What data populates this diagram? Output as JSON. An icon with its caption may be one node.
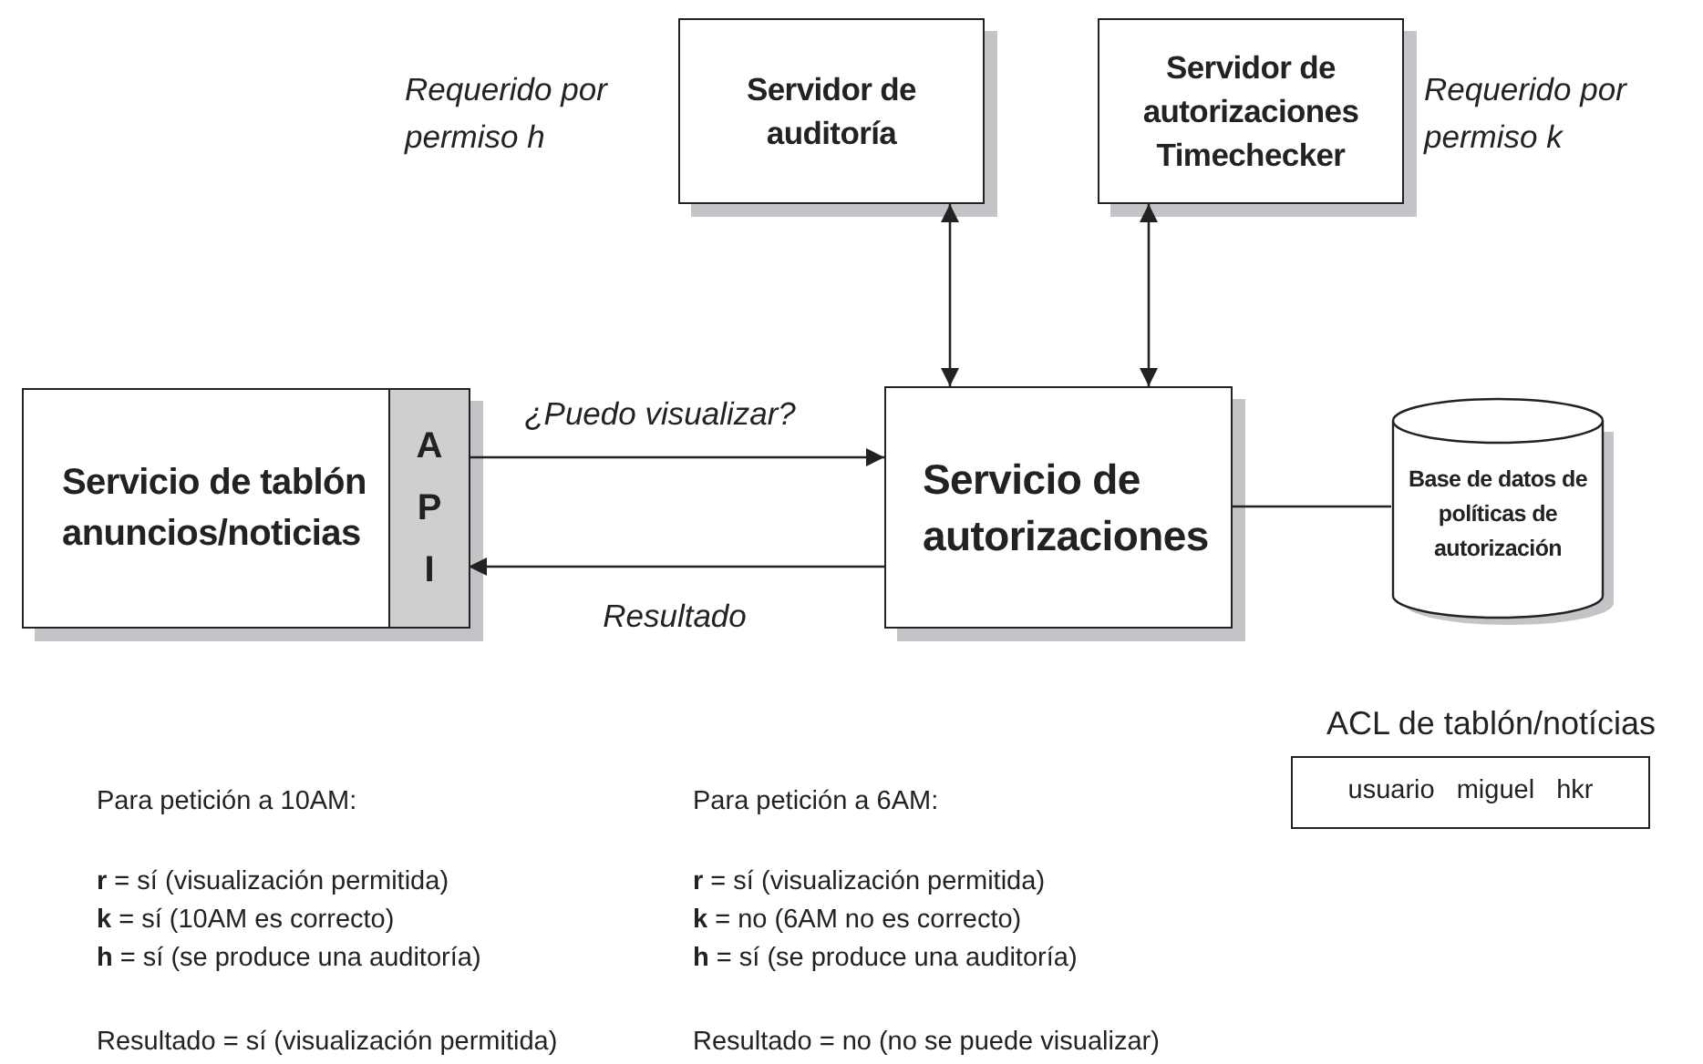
{
  "diagram": {
    "nodes": [
      {
        "text": [
          "Servidor de auditoría"
        ],
        "beside": [
          "Requerido por permiso h"
        ]
      },
      {
        "text": [
          "Servidor de autorizaciones Timechecker"
        ],
        "beside": [
          "Requerido por permiso k"
        ]
      },
      {
        "text": [
          "Servicio de tablón anuncios/noticias"
        ]
      },
      {
        "text": [
          "API"
        ],
        "in": 2
      },
      {
        "text": [
          "Servicio de autorizaciones"
        ]
      },
      {
        "text": [
          "Base de datos de políticas de autorización"
        ]
      },
      {
        "text": [
          "ACL de tablón/notícias",
          "usuario miguel hkr"
        ]
      }
    ],
    "edges": [
      {
        "from": 0,
        "to": 4,
        "arrow": "both"
      },
      {
        "from": 1,
        "to": 4,
        "arrow": "both"
      },
      {
        "from": 3,
        "to": 4,
        "arrow": "to",
        "label": "¿Puedo visualizar?"
      },
      {
        "from": 4,
        "to": 3,
        "arrow": "to",
        "label": "Resultado"
      },
      {
        "from": 4,
        "to": 5,
        "arrow": "none"
      }
    ],
    "labels": [
      "Para petición a 10AM:",
      "Para petición a 6AM:",
      "**r** = sí (visualización permitida)",
      "**r** = sí (visualización permitida)",
      "**k** = sí (10AM es correcto)",
      "**k** = no (6AM no es correcto)",
      "**h** = sí (se produce una auditoría)",
      "**h** = sí (se produce una auditoría)",
      "Resultado = sí (visualización permitida)",
      "Resultado = no (no se puede visualizar)"
    ]
  }
}
